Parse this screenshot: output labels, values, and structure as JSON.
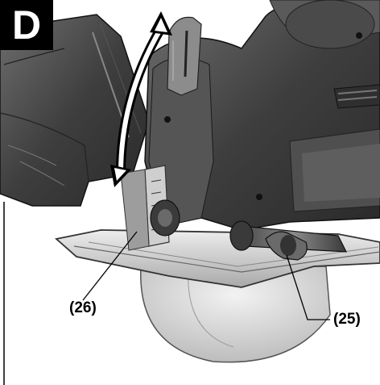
{
  "figure": {
    "panel_letter": "D",
    "callouts": [
      {
        "label": "(26)"
      },
      {
        "label": "(25)"
      }
    ]
  },
  "colors": {
    "badge_bg": "#000000",
    "tool_dark": "#3a3a3a",
    "tool_mid": "#6d6d6d",
    "tool_light": "#bdbdbd",
    "plate": "#d9d9d9",
    "blade": "#e6e6e6"
  },
  "icons": {
    "depth_arrow": "double-arrow-icon"
  }
}
